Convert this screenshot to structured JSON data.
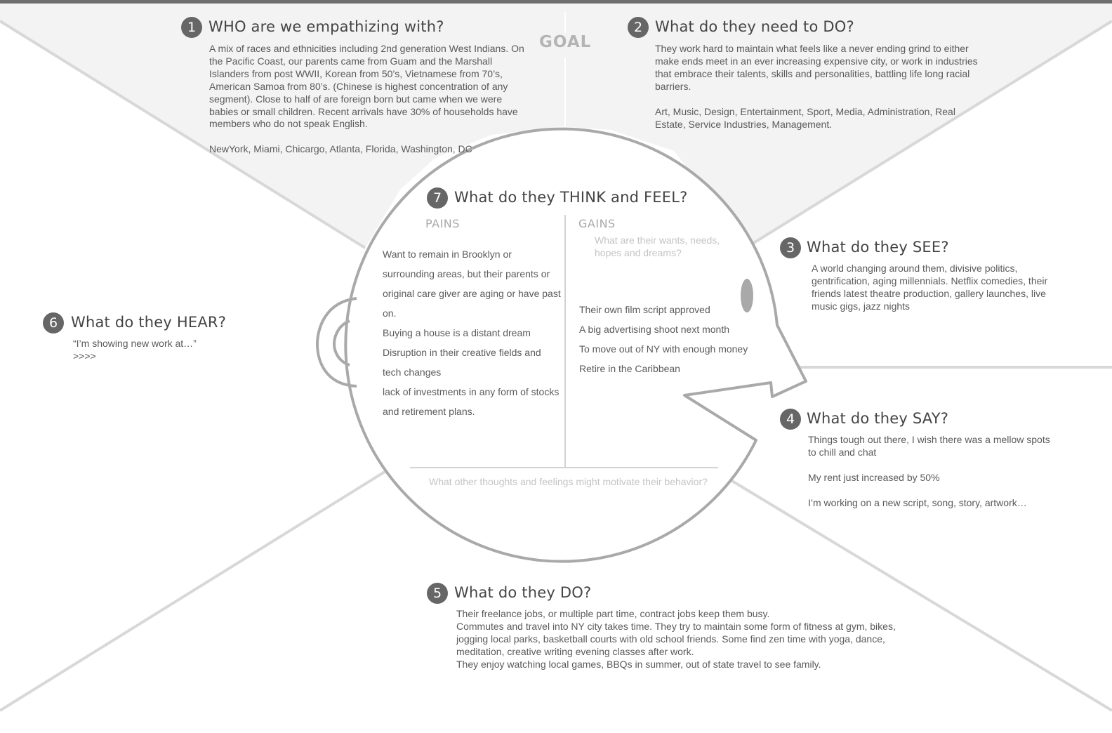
{
  "goal_label": "GOAL",
  "sections": {
    "who": {
      "number": "1",
      "title": "WHO are we empathizing with?",
      "paragraphs": [
        "A mix of races and ethnicities including 2nd generation West Indians. On the Pacific Coast, our parents came from Guam and the Marshall Islanders from post WWII, Korean from 50’s, Vietnamese from 70’s, American Samoa from 80’s. (Chinese is highest concentration of any segment). Close to half of are foreign born but came when we were babies or small children. Recent arrivals have 30% of households have members who do not speak English.",
        "NewYork, Miami, Chicargo, Atlanta, Florida, Washington, DC"
      ]
    },
    "need": {
      "number": "2",
      "title": "What do they need to DO?",
      "paragraphs": [
        "They work hard to maintain what feels like a never ending grind to either make ends meet in an ever increasing expensive city, or work in industries that embrace their talents, skills and personalities, battling life long racial barriers.",
        "Art, Music, Design, Entertainment, Sport, Media, Administration, Real Estate, Service Industries, Management."
      ]
    },
    "see": {
      "number": "3",
      "title": "What do they SEE?",
      "text": "A world changing around them, divisive politics, gentrification, aging millennials. Netflix comedies, their friends latest theatre production, gallery launches, live music gigs, jazz nights"
    },
    "say": {
      "number": "4",
      "title": "What do they SAY?",
      "paragraphs": [
        "Things tough out there, I wish there was a mellow spots to chill and chat",
        "My rent just increased by 50%",
        "I’m working on a new script, song, story, artwork…"
      ]
    },
    "do": {
      "number": "5",
      "title": "What do they DO?",
      "lines": [
        "Their freelance jobs, or multiple part time, contract jobs keep them busy.",
        "Commutes and travel into NY city takes time. They try to maintain some form of fitness at gym, bikes, jogging local parks, basketball courts with old school friends. Some find zen time with yoga, dance, meditation, creative writing evening classes after work.",
        "They enjoy watching local games, BBQs in summer, out of state travel to see family."
      ]
    },
    "hear": {
      "number": "6",
      "title": "What do they HEAR?",
      "lines": [
        "“I’m showing new work at…”",
        ">>>>"
      ]
    },
    "think": {
      "number": "7",
      "title": "What do they THINK and FEEL?",
      "pains_label": "PAINS",
      "gains_label": "GAINS",
      "gains_hint": "What are their wants, needs, hopes and dreams?",
      "pains": [
        "Want to remain in Brooklyn or surrounding areas, but their parents or original care giver are aging or have past on.",
        "Buying a house is a distant dream",
        "Disruption in their creative fields and tech changes",
        "lack of investments in any form of stocks and retirement plans."
      ],
      "gains": [
        "Their own film script approved",
        "A big advertising shoot next month",
        "To move out of NY with enough money",
        "Retire in the Caribbean"
      ],
      "bottom_hint": "What other thoughts and feelings might motivate their behavior?"
    }
  }
}
